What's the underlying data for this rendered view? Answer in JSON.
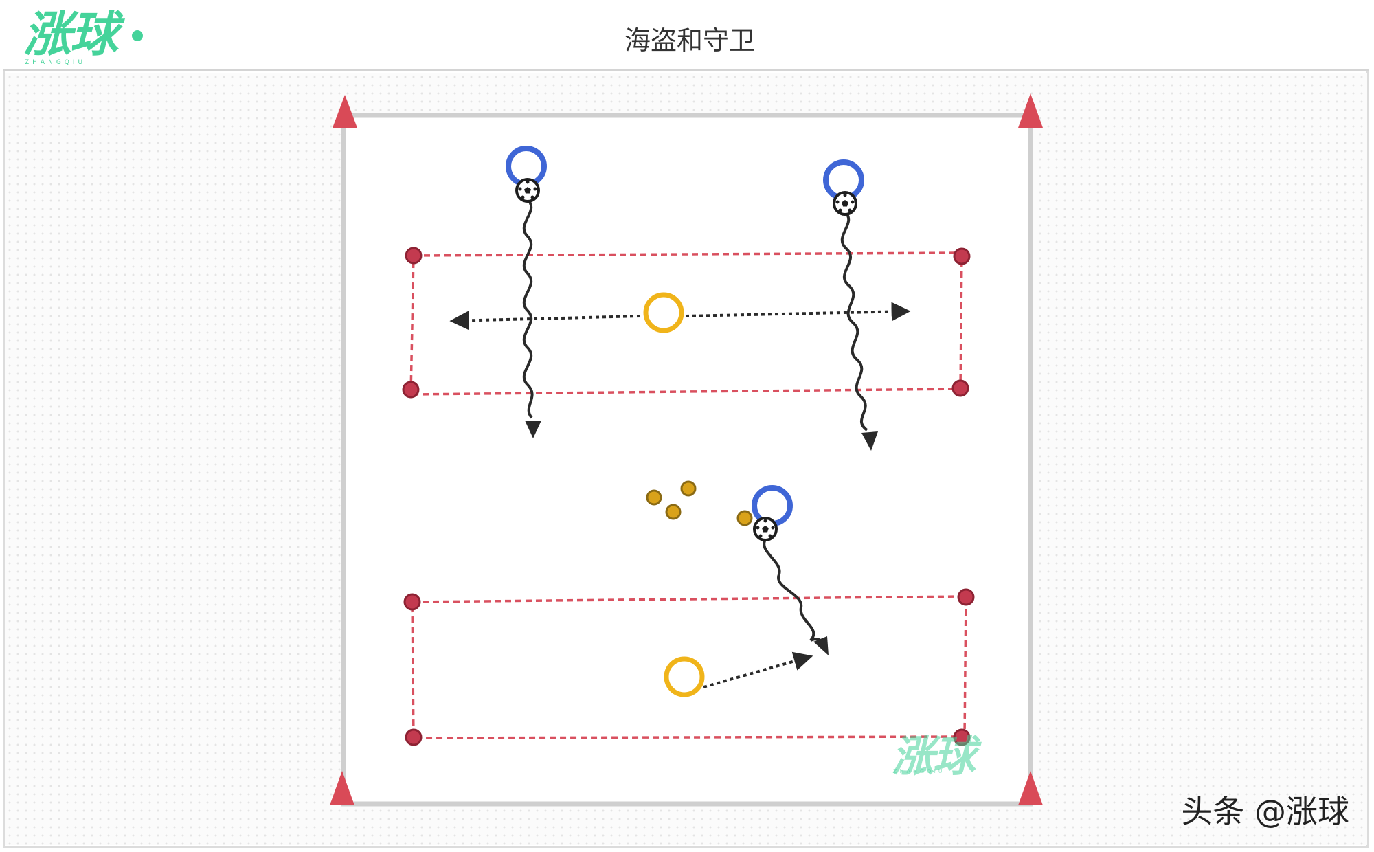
{
  "header": {
    "logo_text": "涨球",
    "logo_sub": "ZHANGQIU",
    "title": "海盗和守卫"
  },
  "watermark": {
    "text": "涨球",
    "sub": "ZHANGQIU"
  },
  "credit": "头条 @涨球",
  "colors": {
    "attacker": "#3f66d6",
    "defender": "#f0b41a",
    "cone": "#d94a57",
    "zone_line": "#d9505f",
    "marker": "#a42f42",
    "path": "#2a2a2a",
    "brand": "#45d39a"
  },
  "icons": {
    "corner_cone": "triangle-cone-icon",
    "ball": "soccer-ball-icon",
    "attacker": "blue-ring-icon",
    "defender": "yellow-ring-icon",
    "spare_ball": "small-yellow-ball-icon",
    "zone_marker": "red-dot-marker-icon"
  }
}
